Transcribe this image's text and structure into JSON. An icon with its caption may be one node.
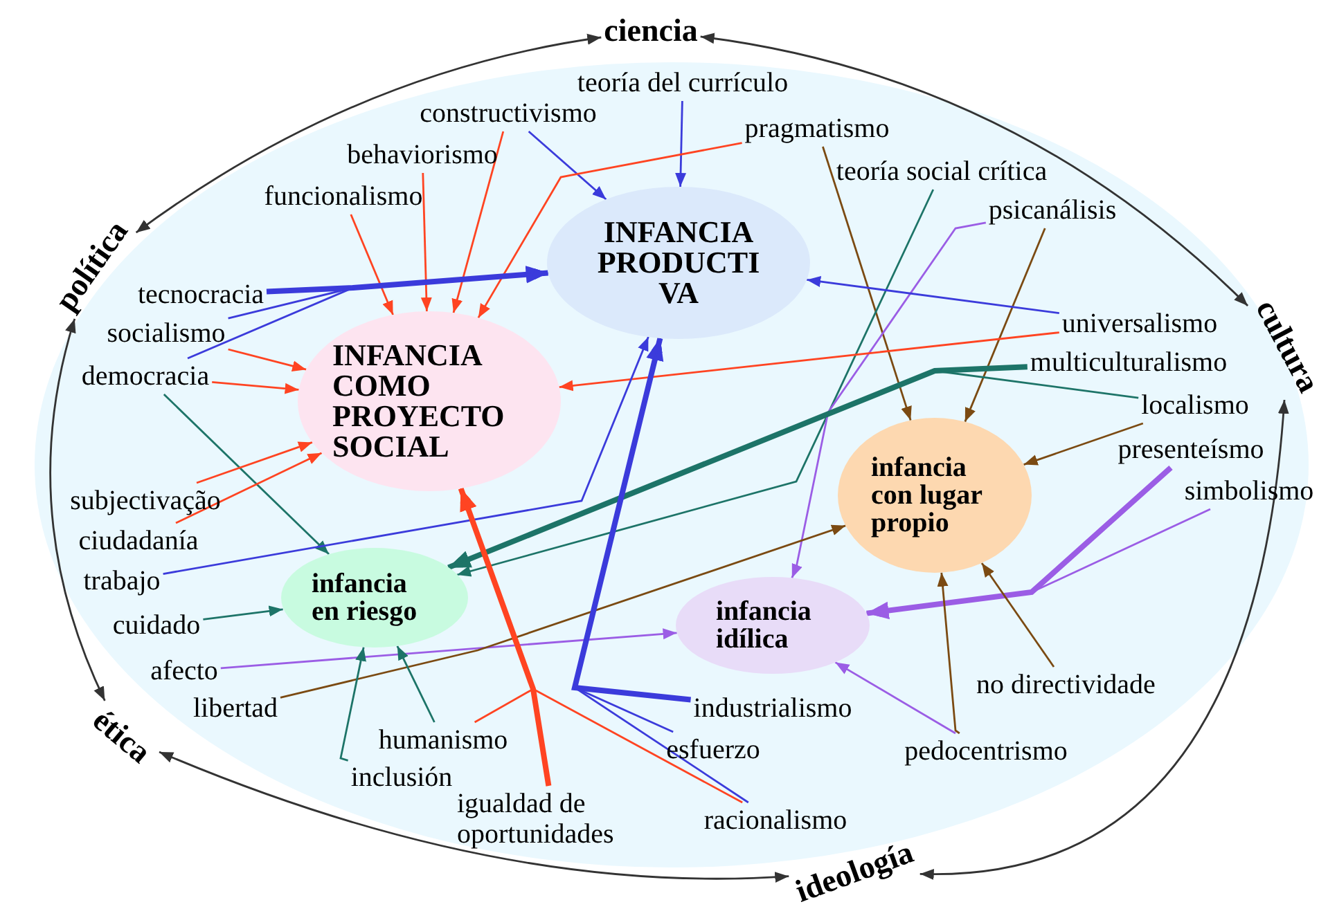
{
  "diagram": {
    "nodes": [
      {
        "text": [
          "ciencia"
        ]
      },
      {
        "text": [
          "política"
        ]
      },
      {
        "text": [
          "cultura"
        ]
      },
      {
        "text": [
          "ética"
        ]
      },
      {
        "text": [
          "ideología"
        ]
      },
      {
        "text": [
          "INFANCIA PRODUCTI VA"
        ]
      },
      {
        "text": [
          "INFANCIA COMO PROYECTO SOCIAL"
        ]
      },
      {
        "text": [
          "infancia en riesgo"
        ]
      },
      {
        "text": [
          "infancia idílica"
        ]
      },
      {
        "text": [
          "infancia con lugar propio"
        ]
      },
      {
        "text": [
          "teoría del currículo"
        ]
      },
      {
        "text": [
          "constructivismo"
        ]
      },
      {
        "text": [
          "pragmatismo"
        ]
      },
      {
        "text": [
          "behaviorismo"
        ]
      },
      {
        "text": [
          "funcionalismo"
        ]
      },
      {
        "text": [
          "teoría social crítica"
        ]
      },
      {
        "text": [
          "psicanálisis"
        ]
      },
      {
        "text": [
          "tecnocracia"
        ]
      },
      {
        "text": [
          "socialismo"
        ]
      },
      {
        "text": [
          "democracia"
        ]
      },
      {
        "text": [
          "universalismo"
        ]
      },
      {
        "text": [
          "multiculturalismo"
        ]
      },
      {
        "text": [
          "localismo"
        ]
      },
      {
        "text": [
          "presenteísmo"
        ]
      },
      {
        "text": [
          "simbolismo"
        ]
      },
      {
        "text": [
          "subjectivação"
        ]
      },
      {
        "text": [
          "ciudadanía"
        ]
      },
      {
        "text": [
          "trabajo"
        ]
      },
      {
        "text": [
          "cuidado"
        ]
      },
      {
        "text": [
          "afecto"
        ]
      },
      {
        "text": [
          "libertad"
        ]
      },
      {
        "text": [
          "humanismo"
        ]
      },
      {
        "text": [
          "inclusión"
        ]
      },
      {
        "text": [
          "igualdad de oportunidades"
        ]
      },
      {
        "text": [
          "racionalismo"
        ]
      },
      {
        "text": [
          "industrialismo"
        ]
      },
      {
        "text": [
          "esfuerzo"
        ]
      },
      {
        "text": [
          "pedocentrismo"
        ]
      },
      {
        "text": [
          "no directividade"
        ]
      }
    ],
    "edges": [
      {
        "from": 1,
        "to": 0,
        "arrow": "both",
        "color": "#333333"
      },
      {
        "from": 0,
        "to": 2,
        "arrow": "both",
        "color": "#333333"
      },
      {
        "from": 1,
        "to": 3,
        "arrow": "both",
        "color": "#333333"
      },
      {
        "from": 3,
        "to": 4,
        "arrow": "both",
        "color": "#333333"
      },
      {
        "from": 4,
        "to": 2,
        "arrow": "both",
        "color": "#333333"
      },
      {
        "from": 10,
        "to": 5,
        "arrow": "to",
        "color": "#3b3bdb"
      },
      {
        "from": 11,
        "to": 5,
        "arrow": "to",
        "color": "#3b3bdb"
      },
      {
        "from": 11,
        "to": 6,
        "arrow": "to",
        "color": "#ff4422"
      },
      {
        "from": 12,
        "to": 6,
        "arrow": "to",
        "color": "#ff4422"
      },
      {
        "from": 12,
        "to": 9,
        "arrow": "to",
        "color": "#7b4a12"
      },
      {
        "from": 13,
        "to": 6,
        "arrow": "to",
        "color": "#ff4422"
      },
      {
        "from": 14,
        "to": 6,
        "arrow": "to",
        "color": "#ff4422"
      },
      {
        "from": 15,
        "to": 7,
        "arrow": "to",
        "color": "#1d7468"
      },
      {
        "from": 16,
        "to": 8,
        "arrow": "to",
        "color": "#9b5de5"
      },
      {
        "from": 16,
        "to": 9,
        "arrow": "to",
        "color": "#7b4a12"
      },
      {
        "from": 17,
        "to": 5,
        "arrow": "to",
        "style": "thick",
        "color": "#3b3bdb"
      },
      {
        "from": 18,
        "to": 5,
        "arrow": "to",
        "color": "#3b3bdb"
      },
      {
        "from": 19,
        "to": 5,
        "arrow": "to",
        "color": "#3b3bdb"
      },
      {
        "from": 18,
        "to": 6,
        "arrow": "to",
        "color": "#ff4422"
      },
      {
        "from": 19,
        "to": 6,
        "arrow": "to",
        "color": "#ff4422"
      },
      {
        "from": 19,
        "to": 7,
        "arrow": "to",
        "color": "#1d7468"
      },
      {
        "from": 20,
        "to": 5,
        "arrow": "to",
        "color": "#3b3bdb"
      },
      {
        "from": 20,
        "to": 6,
        "arrow": "to",
        "color": "#ff4422"
      },
      {
        "from": 21,
        "to": 7,
        "arrow": "to",
        "style": "thick",
        "color": "#1d7468"
      },
      {
        "from": 22,
        "to": 7,
        "arrow": "to",
        "color": "#1d7468"
      },
      {
        "from": 22,
        "to": 9,
        "arrow": "to",
        "color": "#7b4a12"
      },
      {
        "from": 23,
        "to": 8,
        "arrow": "to",
        "style": "thick",
        "color": "#9b5de5"
      },
      {
        "from": 24,
        "to": 8,
        "arrow": "to",
        "color": "#9b5de5"
      },
      {
        "from": 25,
        "to": 6,
        "arrow": "to",
        "color": "#ff4422"
      },
      {
        "from": 26,
        "to": 6,
        "arrow": "to",
        "color": "#ff4422"
      },
      {
        "from": 27,
        "to": 5,
        "arrow": "to",
        "color": "#3b3bdb"
      },
      {
        "from": 28,
        "to": 7,
        "arrow": "to",
        "color": "#1d7468"
      },
      {
        "from": 29,
        "to": 8,
        "arrow": "to",
        "color": "#9b5de5"
      },
      {
        "from": 30,
        "to": 9,
        "arrow": "to",
        "color": "#7b4a12"
      },
      {
        "from": 31,
        "to": 7,
        "arrow": "to",
        "color": "#1d7468"
      },
      {
        "from": 31,
        "to": 6,
        "arrow": "to",
        "color": "#ff4422"
      },
      {
        "from": 32,
        "to": 7,
        "arrow": "to",
        "color": "#1d7468"
      },
      {
        "from": 33,
        "to": 6,
        "arrow": "to",
        "style": "thick",
        "color": "#ff4422"
      },
      {
        "from": 34,
        "to": 6,
        "arrow": "to",
        "color": "#ff4422"
      },
      {
        "from": 34,
        "to": 5,
        "arrow": "to",
        "color": "#3b3bdb"
      },
      {
        "from": 35,
        "to": 5,
        "arrow": "to",
        "style": "thick",
        "color": "#3b3bdb"
      },
      {
        "from": 36,
        "to": 5,
        "arrow": "to",
        "color": "#3b3bdb"
      },
      {
        "from": 37,
        "to": 8,
        "arrow": "to",
        "color": "#9b5de5"
      },
      {
        "from": 37,
        "to": 9,
        "arrow": "to",
        "color": "#7b4a12"
      },
      {
        "from": 38,
        "to": 9,
        "arrow": "to",
        "color": "#7b4a12"
      }
    ]
  }
}
